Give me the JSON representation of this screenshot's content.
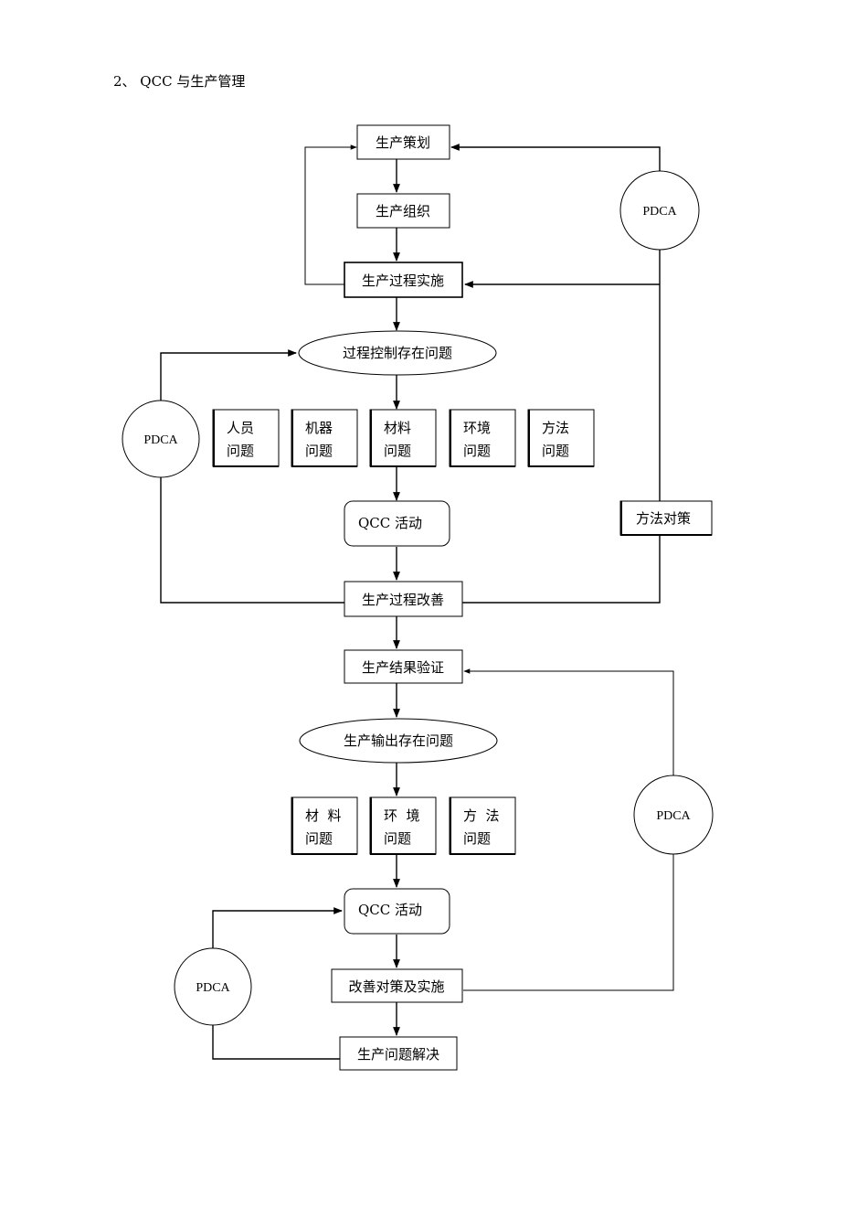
{
  "heading": "2、 QCC 与生产管理",
  "nodes": {
    "plan": "生产策划",
    "organize": "生产组织",
    "implement": "生产过程实施",
    "process_problem": "过程控制存在问题",
    "people": [
      "人员",
      "问题"
    ],
    "machine": [
      "机器",
      "问题"
    ],
    "material": [
      "材料",
      "问题"
    ],
    "environment": [
      "环境",
      "问题"
    ],
    "method": [
      "方法",
      "问题"
    ],
    "qcc1": "QCC 活动",
    "method_countermeasure": "方法对策",
    "improve": "生产过程改善",
    "verify": "生产结果验证",
    "output_problem": "生产输出存在问题",
    "material2": [
      "材  料",
      "问题"
    ],
    "environment2": [
      "环  境",
      "问题"
    ],
    "method2": [
      "方  法",
      "问题"
    ],
    "qcc2": "QCC 活动",
    "countermeasure": "改善对策及实施",
    "solve": "生产问题解决"
  },
  "pdca": [
    "PDCA",
    "PDCA",
    "PDCA",
    "PDCA"
  ]
}
